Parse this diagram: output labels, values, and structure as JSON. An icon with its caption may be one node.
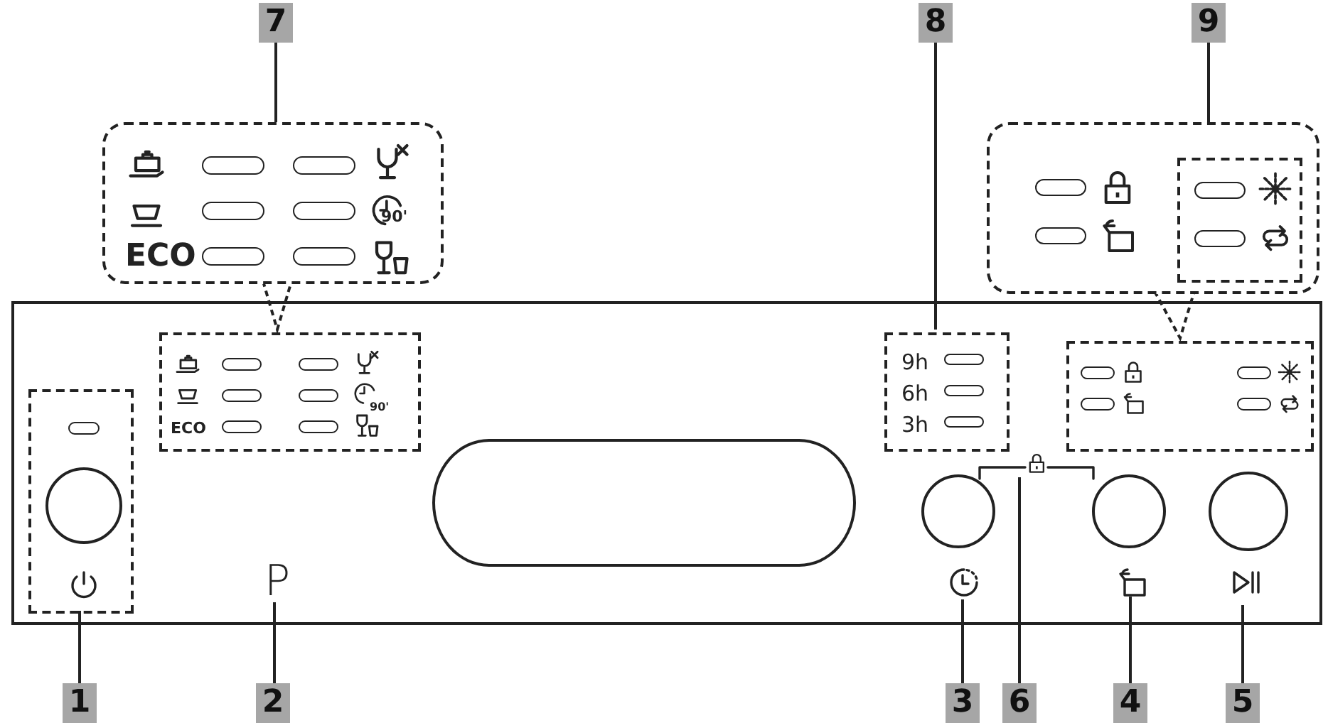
{
  "diagram": {
    "nodes": [
      {
        "text": [
          "1"
        ]
      },
      {
        "text": [
          "2"
        ]
      },
      {
        "text": [
          "3"
        ]
      },
      {
        "text": [
          "6"
        ]
      },
      {
        "text": [
          "4"
        ]
      },
      {
        "text": [
          "5"
        ]
      },
      {
        "text": [
          "7"
        ]
      },
      {
        "text": [
          "8"
        ]
      },
      {
        "text": [
          "9"
        ]
      },
      {
        "text": [],
        "shape": "box"
      },
      {
        "text": [],
        "shape": "box",
        "in": 9
      },
      {
        "text": [
          "ECO"
        ],
        "in": 9
      },
      {
        "text": [
          "P"
        ],
        "in": 9
      },
      {
        "text": [
          "9h",
          "6h",
          "3h"
        ],
        "in": 9
      },
      {
        "text": [],
        "shape": "lock",
        "in": 9
      },
      {
        "text": [],
        "shape": "clock",
        "in": 9
      },
      {
        "text": [],
        "shape": "folder",
        "in": 9
      },
      {
        "text": [],
        "shape": "triangle",
        "in": 9
      },
      {
        "text": [
          "ECO"
        ]
      },
      {
        "text": [],
        "shape": "box"
      },
      {
        "text": [],
        "shape": "box",
        "in": 19
      },
      {
        "text": [],
        "shape": "box",
        "in": 9
      },
      {
        "text": [],
        "shape": "box",
        "in": 9
      }
    ],
    "edges": [
      {
        "from": 0,
        "to": 10,
        "arrow": "none"
      },
      {
        "from": 1,
        "to": 12,
        "arrow": "none"
      },
      {
        "from": 2,
        "to": 15,
        "arrow": "none"
      },
      {
        "from": 3,
        "to": 14,
        "arrow": "none"
      },
      {
        "from": 4,
        "to": 16,
        "arrow": "none"
      },
      {
        "from": 5,
        "to": 17,
        "arrow": "none"
      },
      {
        "from": 6,
        "to": 18,
        "arrow": "none"
      },
      {
        "from": 7,
        "to": 13,
        "arrow": "none"
      },
      {
        "from": 8,
        "to": 20,
        "arrow": "none"
      }
    ],
    "labels": [
      "90'",
      "90'"
    ]
  }
}
